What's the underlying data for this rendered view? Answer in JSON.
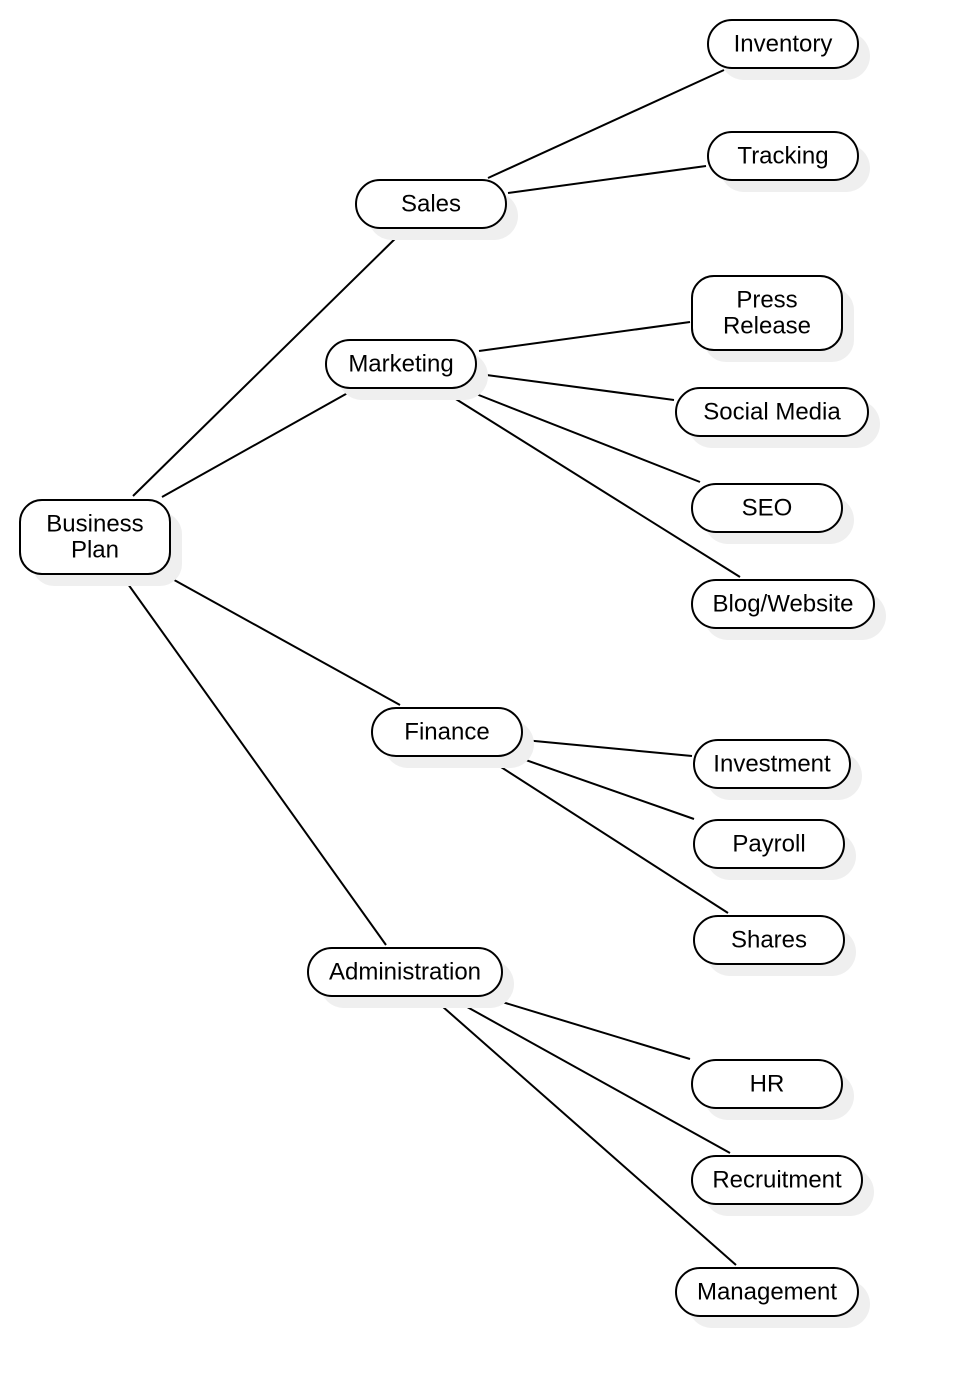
{
  "diagram": {
    "type": "mind-map",
    "colors": {
      "stroke": "#000000",
      "fill": "#ffffff",
      "shadow": "#efefef",
      "text": "#000000"
    },
    "root": {
      "id": "business-plan",
      "label": "Business Plan",
      "lines": [
        "Business",
        "Plan"
      ]
    },
    "branches": [
      {
        "id": "sales",
        "label": "Sales",
        "children": [
          {
            "id": "inventory",
            "label": "Inventory"
          },
          {
            "id": "tracking",
            "label": "Tracking"
          }
        ]
      },
      {
        "id": "marketing",
        "label": "Marketing",
        "children": [
          {
            "id": "press-release",
            "label": "Press Release",
            "lines": [
              "Press",
              "Release"
            ]
          },
          {
            "id": "social-media",
            "label": "Social Media"
          },
          {
            "id": "seo",
            "label": "SEO"
          },
          {
            "id": "blog-website",
            "label": "Blog/Website"
          }
        ]
      },
      {
        "id": "finance",
        "label": "Finance",
        "children": [
          {
            "id": "investment",
            "label": "Investment"
          },
          {
            "id": "payroll",
            "label": "Payroll"
          },
          {
            "id": "shares",
            "label": "Shares"
          }
        ]
      },
      {
        "id": "administration",
        "label": "Administration",
        "children": [
          {
            "id": "hr",
            "label": "HR"
          },
          {
            "id": "recruitment",
            "label": "Recruitment"
          },
          {
            "id": "management",
            "label": "Management"
          }
        ]
      }
    ]
  }
}
